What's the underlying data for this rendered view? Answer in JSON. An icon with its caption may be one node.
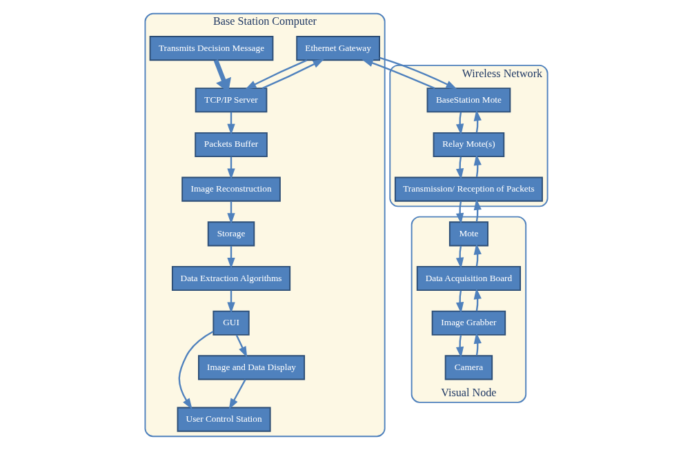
{
  "diagram": {
    "nodes": [
      {
        "text": [
          "Visual Node"
        ]
      },
      {
        "text": [
          "Camera"
        ],
        "in": 0
      },
      {
        "text": [
          "Image Grabber"
        ],
        "in": 0
      },
      {
        "text": [
          "Data Acquisition Board"
        ],
        "in": 0
      },
      {
        "text": [
          "Mote"
        ],
        "in": 0
      },
      {
        "text": [
          "Base Station Computer"
        ]
      },
      {
        "text": [
          "Data Extraction Algorithms"
        ],
        "in": 5
      },
      {
        "text": [
          "Storage"
        ],
        "in": 5
      },
      {
        "text": [
          "User Control Station"
        ],
        "in": 5
      },
      {
        "text": [
          "GUI"
        ],
        "in": 5
      },
      {
        "text": [
          "Image Reconstruction"
        ],
        "in": 5
      },
      {
        "text": [
          "Transmits Decision Message"
        ],
        "in": 5
      },
      {
        "text": [
          "Image and Data Display"
        ],
        "in": 5
      },
      {
        "text": [
          "Packets Buffer"
        ],
        "in": 5
      },
      {
        "text": [
          "TCP/IP Server"
        ],
        "in": 5
      },
      {
        "text": [
          "Ethernet Gateway"
        ],
        "in": 5
      },
      {
        "text": [
          "Wireless Network"
        ]
      },
      {
        "text": [
          "Transmission/ Reception of Packets"
        ],
        "in": 16
      },
      {
        "text": [
          "Relay Mote(s)"
        ],
        "in": 16
      },
      {
        "text": [
          "BaseStation Mote"
        ],
        "in": 16
      }
    ],
    "edges": [
      {
        "from": 2,
        "to": 1,
        "arrow": "to"
      },
      {
        "from": 1,
        "to": 2,
        "arrow": "to"
      },
      {
        "from": 3,
        "to": 2,
        "arrow": "to"
      },
      {
        "from": 2,
        "to": 3,
        "arrow": "to"
      },
      {
        "from": 4,
        "to": 3,
        "arrow": "to"
      },
      {
        "from": 3,
        "to": 4,
        "arrow": "to"
      },
      {
        "from": 17,
        "to": 4,
        "arrow": "to"
      },
      {
        "from": 4,
        "to": 17,
        "arrow": "to"
      },
      {
        "from": 7,
        "to": 6,
        "arrow": "to"
      },
      {
        "from": 6,
        "to": 9,
        "arrow": "to"
      },
      {
        "from": 9,
        "to": 8,
        "arrow": "to"
      },
      {
        "from": 9,
        "to": 12,
        "arrow": "to"
      },
      {
        "from": 12,
        "to": 8,
        "arrow": "to"
      },
      {
        "from": 10,
        "to": 7,
        "arrow": "to"
      },
      {
        "from": 13,
        "to": 10,
        "arrow": "to"
      },
      {
        "from": 14,
        "to": 13,
        "arrow": "to"
      },
      {
        "from": 11,
        "to": 14,
        "arrow": "to",
        "style": "thick"
      },
      {
        "from": 15,
        "to": 14,
        "arrow": "to"
      },
      {
        "from": 14,
        "to": 15,
        "arrow": "to"
      },
      {
        "from": 18,
        "to": 17,
        "arrow": "to"
      },
      {
        "from": 17,
        "to": 18,
        "arrow": "to"
      },
      {
        "from": 19,
        "to": 18,
        "arrow": "to"
      },
      {
        "from": 18,
        "to": 19,
        "arrow": "to"
      },
      {
        "from": 15,
        "to": 19,
        "arrow": "to"
      },
      {
        "from": 19,
        "to": 15,
        "arrow": "to"
      }
    ]
  }
}
